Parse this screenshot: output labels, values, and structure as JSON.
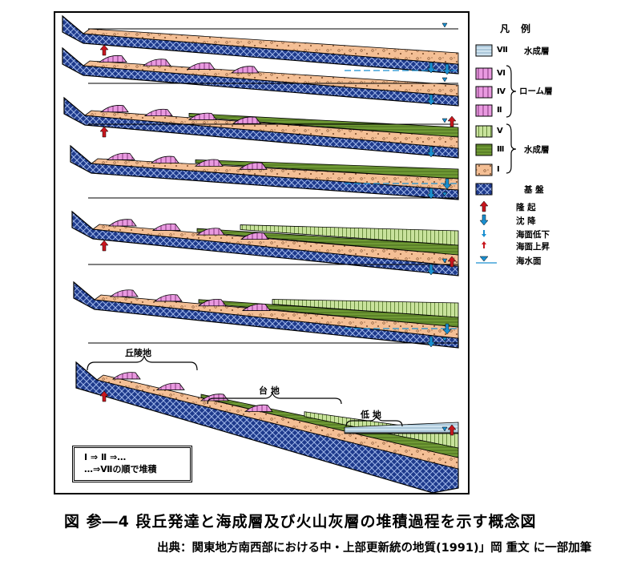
{
  "caption": "図 参―4 段丘発達と海成層及び火山灰層の堆積過程を示す概念図",
  "source": "出典：関東地方南西部における中・上部更新統の地質(1991)」岡 重文 に一部加筆",
  "note": {
    "line1": "Ⅰ ⇒ Ⅱ ⇒…",
    "line2": "…⇒Ⅶの順で堆積"
  },
  "labels": {
    "hills": "丘陵地",
    "plateau": "台 地",
    "lowland": "低 地"
  },
  "legend": {
    "title": "凡例",
    "items": [
      {
        "roman": "Ⅶ",
        "text": "水成層",
        "color": "#cfe3ef"
      },
      {
        "roman": "Ⅵ",
        "color": "#e99ae0"
      },
      {
        "roman": "Ⅳ",
        "color": "#e99ae0"
      },
      {
        "roman": "Ⅱ",
        "color": "#e99ae0"
      },
      {
        "roman": "Ⅴ",
        "color": "#c8e29c"
      },
      {
        "roman": "Ⅲ",
        "color": "#6f9a34"
      },
      {
        "roman": "Ⅰ",
        "color": "#f4bf95"
      },
      {
        "roman": "",
        "text": "基 盤",
        "color": "#1e3a8c"
      }
    ],
    "group_loam": "ローム層",
    "group_marine": "水成層",
    "symbols": [
      {
        "text": "隆 起",
        "color": "#c8171e"
      },
      {
        "text": "沈 降",
        "color": "#1a8fd0"
      },
      {
        "text": "海面低下",
        "color": "#1a8fd0"
      },
      {
        "text": "海面上昇",
        "color": "#c8171e"
      },
      {
        "text": "海水面",
        "color": "#1a8fd0"
      }
    ]
  }
}
